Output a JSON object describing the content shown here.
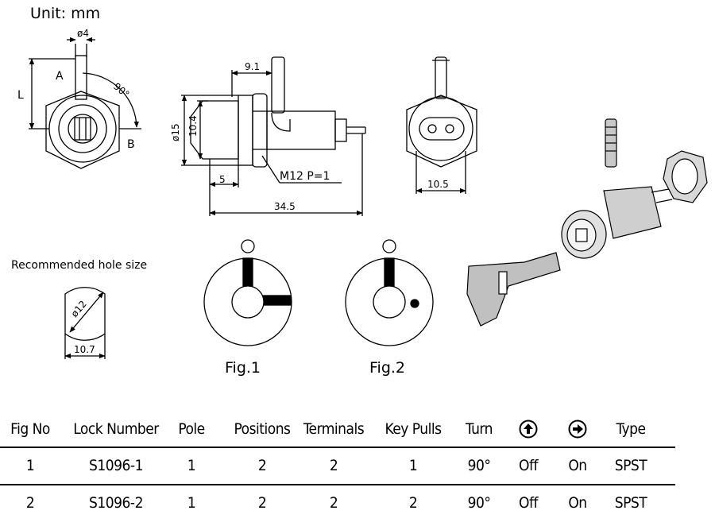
{
  "unit_label": "Unit: mm",
  "front_view": {
    "dim_width": "ø4",
    "label_l": "L",
    "label_a": "A",
    "label_b": "B",
    "angle": "90°"
  },
  "side_view": {
    "dim_top": "9.1",
    "dim_outer_dia": "ø15",
    "dim_inner": "10.4",
    "dim_flange": "5",
    "thread": "M12  P=1",
    "dim_length": "34.5"
  },
  "back_view": {
    "dim_width": "10.5"
  },
  "hole": {
    "title": "Recommended hole size",
    "dia": "ø12",
    "width": "10.7"
  },
  "figures": {
    "fig1": "Fig.1",
    "fig2": "Fig.2"
  },
  "table": {
    "headers": [
      "Fig No",
      "Lock Number",
      "Pole",
      "Positions",
      "Terminals",
      "Key Pulls",
      "Turn",
      "up-arrow-icon",
      "right-arrow-icon",
      "Type"
    ],
    "rows": [
      [
        "1",
        "S1096-1",
        "1",
        "2",
        "2",
        "1",
        "90°",
        "Off",
        "On",
        "SPST"
      ],
      [
        "2",
        "S1096-2",
        "1",
        "2",
        "2",
        "2",
        "90°",
        "Off",
        "On",
        "SPST"
      ]
    ]
  }
}
